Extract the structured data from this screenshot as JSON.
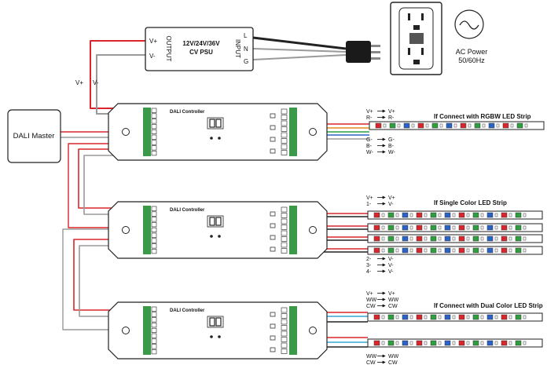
{
  "psu": {
    "title_line1": "12V/24V/36V",
    "title_line2": "CV PSU",
    "output_label": "OUTPUT",
    "input_label": "INPUT",
    "vplus": "V+",
    "vminus": "V-",
    "L": "L",
    "N": "N",
    "G": "G"
  },
  "ac_power": {
    "line1": "AC Power",
    "line2": "50/60Hz"
  },
  "dali_master": {
    "label": "DALI Master"
  },
  "supply_labels": {
    "vplus": "V+",
    "vminus": "V-"
  },
  "controllers": [
    {
      "label": "DALI Controller"
    },
    {
      "label": "DALI Controller"
    },
    {
      "label": "DALI Controller"
    }
  ],
  "captions": {
    "rgbw": "If Connect with RGBW LED Strip",
    "single": "If Single Color LED Strip",
    "dual": "If Connect with Dual Color LED Strip"
  },
  "rgbw_map": {
    "top": [
      [
        "V+",
        "V+"
      ],
      [
        "R-",
        "R-"
      ]
    ],
    "bottom": [
      [
        "G-",
        "G-"
      ],
      [
        "B-",
        "B-"
      ],
      [
        "W-",
        "W-"
      ]
    ]
  },
  "single_map": {
    "top": [
      [
        "V+",
        "V+"
      ],
      [
        "1-",
        "V-"
      ]
    ],
    "bottom": [
      [
        "2-",
        "V-"
      ],
      [
        "3-",
        "V-"
      ],
      [
        "4-",
        "V-"
      ]
    ]
  },
  "dual_map": {
    "top": [
      [
        "V+",
        "V+"
      ],
      [
        "WW",
        "WW"
      ],
      [
        "CW",
        "CW"
      ]
    ],
    "bottom": [
      [
        "WW",
        "WW"
      ],
      [
        "CW",
        "CW"
      ]
    ]
  },
  "colors": {
    "red_wire": "#d9262c",
    "gray_wire": "#9a9a9a",
    "black_wire": "#222222",
    "green_wire": "#2e9e3e",
    "blue_wire": "#2a63c8",
    "orange_wire": "#e48a1c",
    "cyan_wire": "#35a7d6",
    "terminal_green": "#3a9a4a"
  }
}
